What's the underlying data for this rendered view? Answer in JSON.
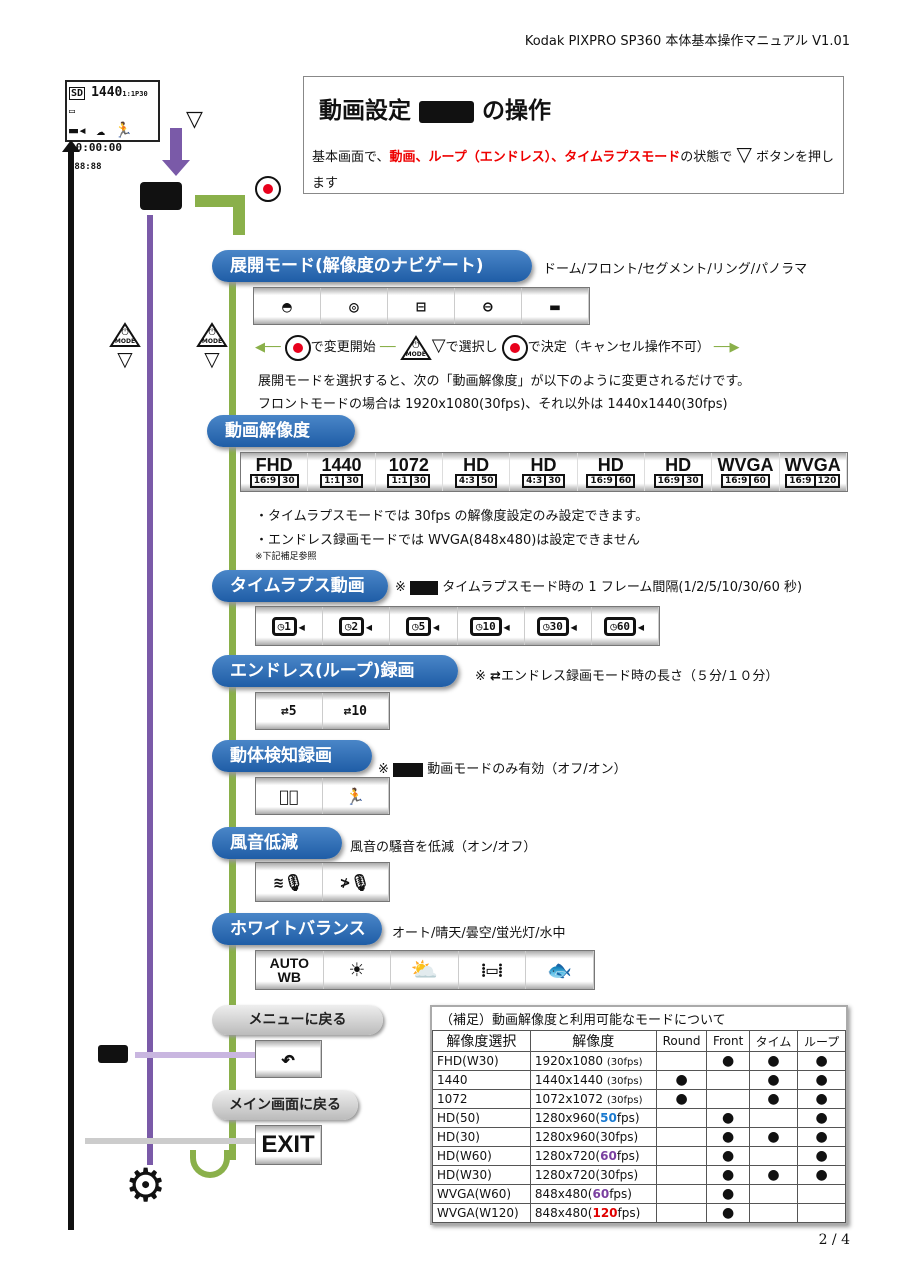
{
  "header": "Kodak PIXPRO SP360  本体基本操作マニュアル V1.01",
  "page": "2 / 4",
  "lcd": {
    "card": "SD",
    "res": "1440",
    "ratio": "1:1",
    "fps": "P30",
    "time": "00:00:00",
    "remain": "H88:88"
  },
  "title": {
    "pre": "動画設定",
    "post": "の操作",
    "desc_pre": "基本画面で、",
    "desc_red": "動画、ループ（エンドレス）、タイムラプスモード",
    "desc_mid": "の状態で",
    "desc_post": "ボタンを押します"
  },
  "buttons": {
    "mode": "MODE"
  },
  "sections": {
    "unfold": {
      "label": "展開モード(解像度のナビゲート)",
      "note": "ドーム/フロント/セグメント/リング/パノラマ",
      "step1": "で変更開始",
      "step2": "で選択し",
      "step3": "で決定（キャンセル操作不可）",
      "line1": "展開モードを選択すると、次の「動画解像度」が以下のように変更されるだけです。",
      "line2": "フロントモードの場合は 1920x1080(30fps)、それ以外は 1440x1440(30fps)"
    },
    "resolution": {
      "label": "動画解像度",
      "items": [
        {
          "name": "FHD",
          "ratio": "16:9",
          "fps": "30"
        },
        {
          "name": "1440",
          "ratio": "1:1",
          "fps": "30"
        },
        {
          "name": "1072",
          "ratio": "1:1",
          "fps": "30"
        },
        {
          "name": "HD",
          "ratio": "4:3",
          "fps": "50"
        },
        {
          "name": "HD",
          "ratio": "4:3",
          "fps": "30"
        },
        {
          "name": "HD",
          "ratio": "16:9",
          "fps": "60"
        },
        {
          "name": "HD",
          "ratio": "16:9",
          "fps": "30"
        },
        {
          "name": "WVGA",
          "ratio": "16:9",
          "fps": "60"
        },
        {
          "name": "WVGA",
          "ratio": "16:9",
          "fps": "120"
        }
      ],
      "bullet1": "・タイムラプスモードでは 30fps の解像度設定のみ設定できます。",
      "bullet2": "・エンドレス録画モードでは WVGA(848x480)は設定できません",
      "ref": "※下記補足参照"
    },
    "timelapse": {
      "label": "タイムラプス動画",
      "note_mark": "※",
      "note": "タイムラプスモード時の 1 フレーム間隔(1/2/5/10/30/60 秒)",
      "items": [
        "1",
        "2",
        "5",
        "10",
        "30",
        "60"
      ]
    },
    "loop": {
      "label": "エンドレス(ループ)録画",
      "note_mark": "※",
      "note": "エンドレス録画モード時の長さ（５分/１０分）",
      "items": [
        "5",
        "10"
      ]
    },
    "motion": {
      "label": "動体検知録画",
      "note_mark": "※",
      "note": "動画モードのみ有効（オフ/オン）"
    },
    "wind": {
      "label": "風音低減",
      "note": "風音の騒音を低減（オン/オフ）"
    },
    "wb": {
      "label": "ホワイトバランス",
      "note": "オート/晴天/曇空/蛍光灯/水中",
      "auto": "AUTO",
      "wb": "WB"
    },
    "back_menu": {
      "label": "メニューに戻る"
    },
    "back_main": {
      "label": "メイン画面に戻る",
      "exit": "EXIT"
    }
  },
  "table": {
    "caption": "（補足）動画解像度と利用可能なモードについて",
    "headers": [
      "解像度選択",
      "解像度",
      "Round",
      "Front",
      "タイム",
      "ループ"
    ],
    "rows": [
      {
        "sel": "FHD(W30)",
        "res": "1920x1080 ",
        "fps": "(30fps)",
        "c": [
          "",
          "●",
          "●",
          "●"
        ]
      },
      {
        "sel": "1440",
        "res": "1440x1440 ",
        "fps": "(30fps)",
        "c": [
          "●",
          "",
          "●",
          "●"
        ]
      },
      {
        "sel": "1072",
        "res": "1072x1072 ",
        "fps": "(30fps)",
        "c": [
          "●",
          "",
          "●",
          "●"
        ]
      },
      {
        "sel": "HD(50)",
        "res": "1280x960(",
        "hl": "50",
        "hlcolor": "#1a7ad0",
        "tail": "fps)",
        "c": [
          "",
          "●",
          "",
          "●"
        ]
      },
      {
        "sel": "HD(30)",
        "res": "1280x960(30fps)",
        "c": [
          "",
          "●",
          "●",
          "●"
        ]
      },
      {
        "sel": "HD(W60)",
        "res": "1280x720(",
        "hl": "60",
        "hlcolor": "#7a3fa0",
        "tail": "fps)",
        "c": [
          "",
          "●",
          "",
          "●"
        ]
      },
      {
        "sel": "HD(W30)",
        "res": "1280x720(30fps)",
        "c": [
          "",
          "●",
          "●",
          "●"
        ]
      },
      {
        "sel": "WVGA(W60)",
        "res": "848x480(",
        "hl": "60",
        "hlcolor": "#7a3fa0",
        "tail": "fps)",
        "c": [
          "",
          "●",
          "",
          ""
        ]
      },
      {
        "sel": "WVGA(W120)",
        "res": "848x480(",
        "hl": "120",
        "hlcolor": "#e00000",
        "tail": "fps)",
        "c": [
          "",
          "●",
          "",
          ""
        ]
      }
    ]
  }
}
